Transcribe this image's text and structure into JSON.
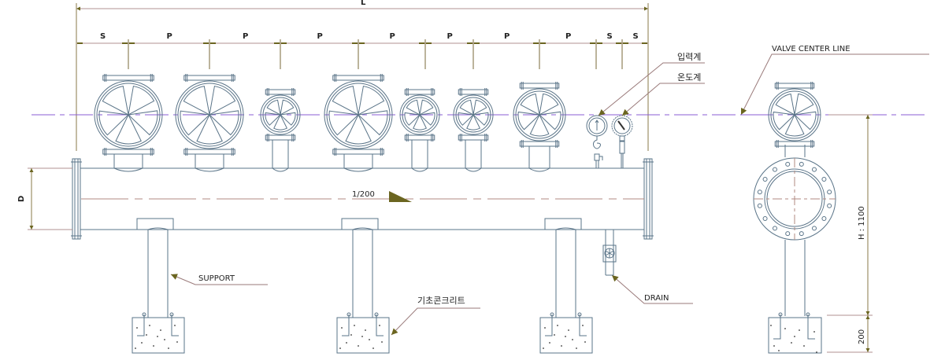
{
  "title_dims": {
    "overall": "L",
    "spacings": [
      "S",
      "P",
      "P",
      "P",
      "P",
      "P",
      "P",
      "P",
      "S",
      "S"
    ],
    "diameter": "D",
    "slope": "1/200",
    "height": "H : 1100",
    "base_height": "200"
  },
  "callouts": {
    "pressure_gauge": "입력계",
    "thermometer": "온도계",
    "valve_center_line": "VALVE CENTER LINE",
    "support": "SUPPORT",
    "foundation": "기초콘크리트",
    "drain": "DRAIN"
  },
  "valves": [
    {
      "size": "large"
    },
    {
      "size": "large"
    },
    {
      "size": "small"
    },
    {
      "size": "large"
    },
    {
      "size": "small"
    },
    {
      "size": "small"
    },
    {
      "size": "medium"
    }
  ],
  "colors": {
    "line": "#5a7488",
    "dim": "#7a6a3a",
    "dim_arrow": "#6b6520",
    "center_line": "#8a5cd6",
    "leader": "#9a7a7a"
  }
}
